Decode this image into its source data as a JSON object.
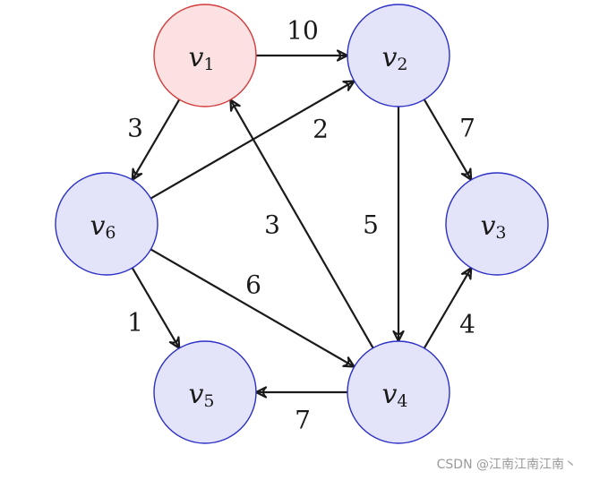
{
  "colors": {
    "node_fill": "#e3e4f9",
    "node_stroke": "#2b2fc6",
    "source_fill": "#fbe1e1",
    "source_stroke": "#d43a3a",
    "edge": "#1a1a1a"
  },
  "graph": {
    "nodes": [
      {
        "id": "v1",
        "base": "v",
        "sub": "1",
        "source": true
      },
      {
        "id": "v2",
        "base": "v",
        "sub": "2",
        "source": false
      },
      {
        "id": "v3",
        "base": "v",
        "sub": "3",
        "source": false
      },
      {
        "id": "v4",
        "base": "v",
        "sub": "4",
        "source": false
      },
      {
        "id": "v5",
        "base": "v",
        "sub": "5",
        "source": false
      },
      {
        "id": "v6",
        "base": "v",
        "sub": "6",
        "source": false
      }
    ],
    "edges": [
      {
        "from": "v1",
        "to": "v2",
        "weight": "10"
      },
      {
        "from": "v1",
        "to": "v6",
        "weight": "3"
      },
      {
        "from": "v6",
        "to": "v2",
        "weight": "2"
      },
      {
        "from": "v2",
        "to": "v3",
        "weight": "7"
      },
      {
        "from": "v2",
        "to": "v4",
        "weight": "5"
      },
      {
        "from": "v4",
        "to": "v1",
        "weight": "3"
      },
      {
        "from": "v6",
        "to": "v4",
        "weight": "6"
      },
      {
        "from": "v6",
        "to": "v5",
        "weight": "1"
      },
      {
        "from": "v4",
        "to": "v3",
        "weight": "4"
      },
      {
        "from": "v4",
        "to": "v5",
        "weight": "7"
      }
    ]
  },
  "watermark": "CSDN @江南江南江南丶"
}
